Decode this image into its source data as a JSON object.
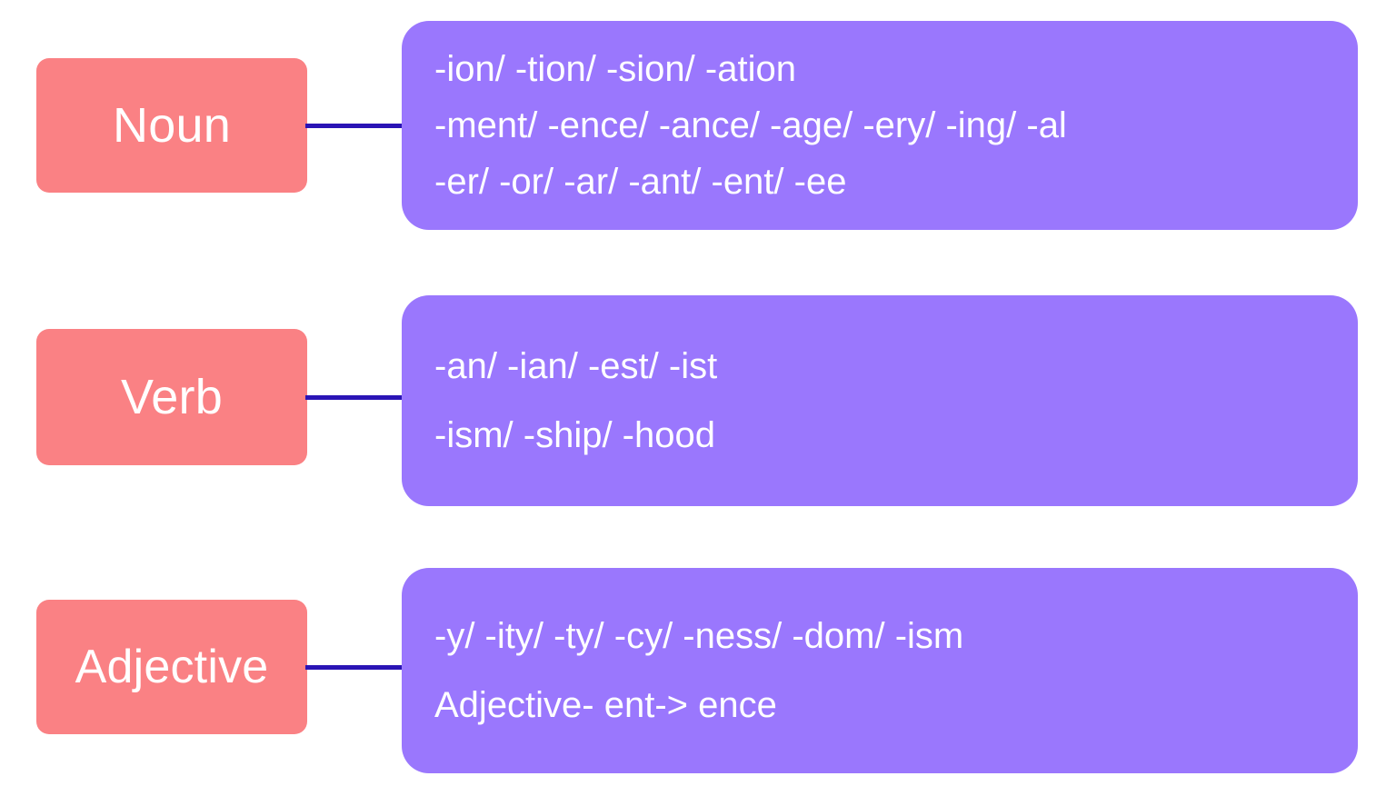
{
  "colors": {
    "background": "#ffffff",
    "label_box": "#fa8184",
    "content_box": "#9a77fd",
    "connector": "#2a14b5",
    "text": "#ffffff"
  },
  "rows": [
    {
      "label": "Noun",
      "lines": [
        "-ion/ -tion/ -sion/ -ation",
        "-ment/ -ence/ -ance/ -age/ -ery/ -ing/ -al",
        "-er/ -or/ -ar/ -ant/ -ent/ -ee"
      ]
    },
    {
      "label": "Verb",
      "lines": [
        "-an/ -ian/ -est/ -ist",
        "-ism/ -ship/ -hood"
      ]
    },
    {
      "label": "Adjective",
      "lines": [
        "-y/ -ity/ -ty/ -cy/ -ness/ -dom/ -ism",
        "Adjective- ent-> ence"
      ]
    }
  ]
}
